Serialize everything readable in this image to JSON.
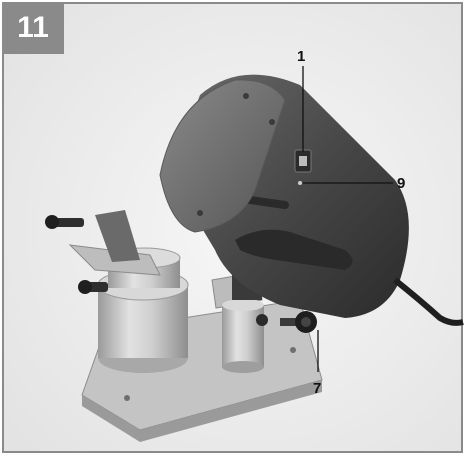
{
  "figure": {
    "number": "11",
    "callouts": [
      "1",
      "9",
      "7"
    ]
  },
  "colors": {
    "badge": "#8a8a8a",
    "frame_border": "#8a8a8a",
    "motor_housing": "#4a4a4a",
    "metal_base": "#c9c9c9"
  }
}
